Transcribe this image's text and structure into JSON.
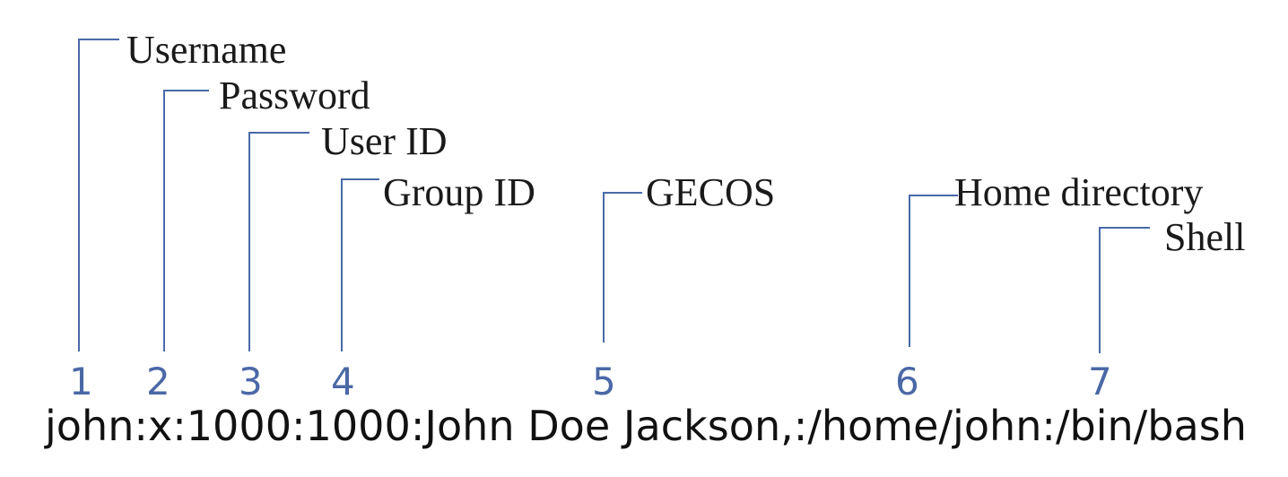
{
  "fields": [
    {
      "number": "1",
      "label": "Username"
    },
    {
      "number": "2",
      "label": "Password"
    },
    {
      "number": "3",
      "label": "User ID"
    },
    {
      "number": "4",
      "label": "Group ID"
    },
    {
      "number": "5",
      "label": "GECOS"
    },
    {
      "number": "6",
      "label": "Home directory"
    },
    {
      "number": "7",
      "label": "Shell"
    }
  ],
  "record": "john:x:1000:1000:John Doe Jackson,:/home/john:/bin/bash",
  "colors": {
    "leader": "#4a6aa8",
    "number": "#4b68a6",
    "text": "#1a1a1a"
  }
}
